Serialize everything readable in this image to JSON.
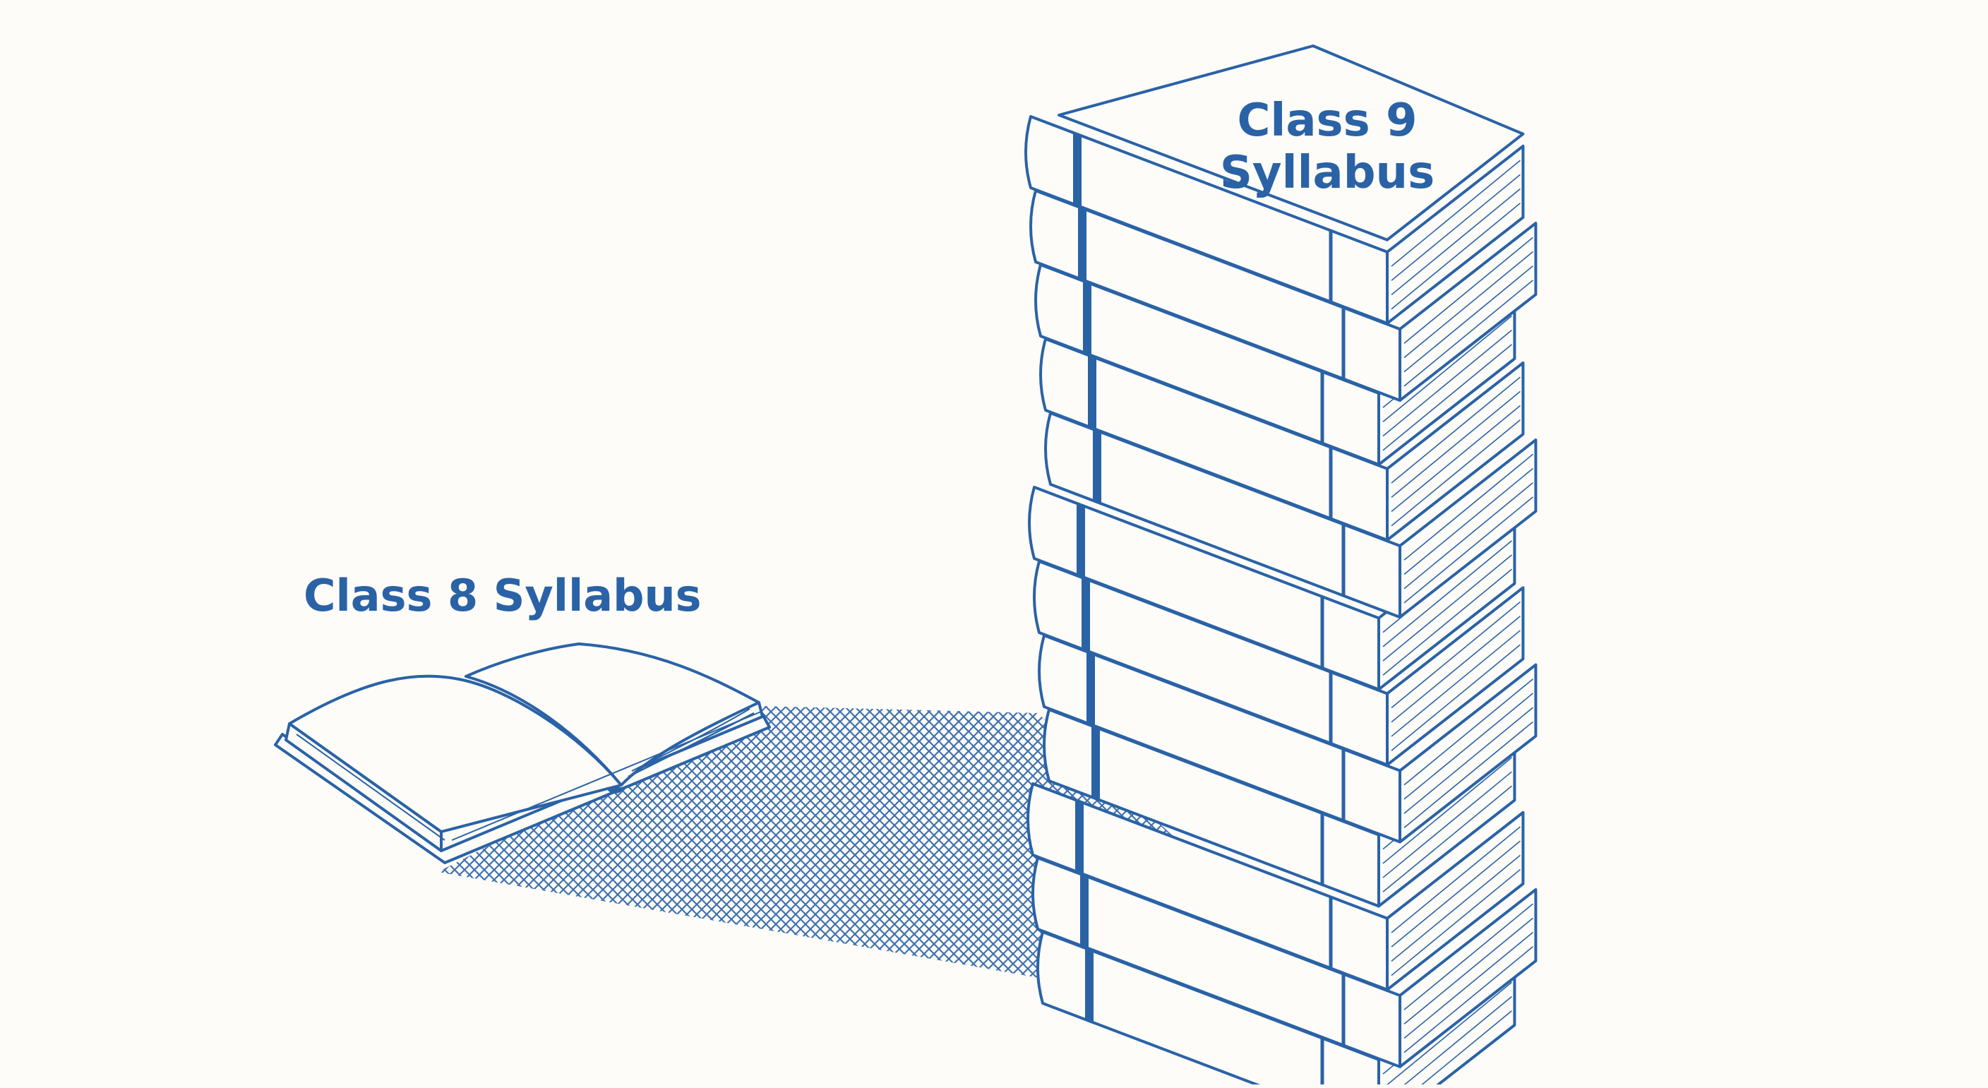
{
  "labels": {
    "open_book": "Class 8 Syllabus",
    "stack_top_line1": "Class 9",
    "stack_top_line2": "Syllabus"
  },
  "colors": {
    "ink": "#2a62a6",
    "page": "#fdfcf9",
    "spine_band": "#2a62a6"
  },
  "stack": {
    "book_count": 12
  }
}
